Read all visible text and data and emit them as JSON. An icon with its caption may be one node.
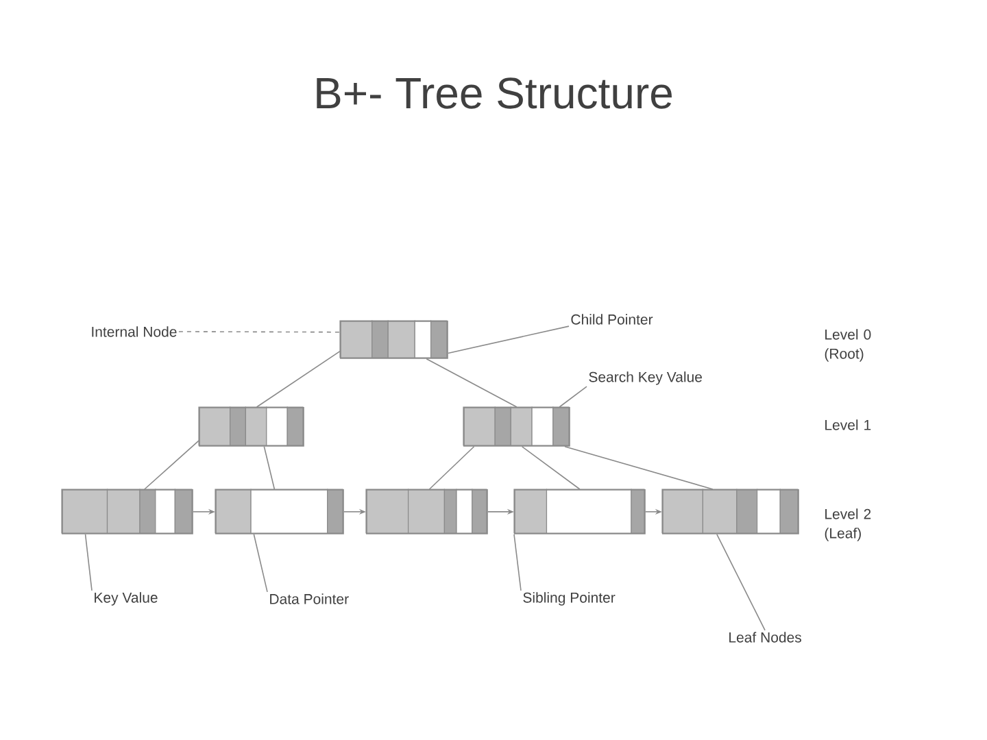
{
  "diagram": {
    "title": "B+- Tree Structure",
    "nodes": [
      {
        "text": [],
        "shape": "box"
      },
      {
        "text": [],
        "shape": "box"
      },
      {
        "text": [],
        "shape": "box"
      },
      {
        "text": [],
        "shape": "box"
      },
      {
        "text": [],
        "shape": "box"
      },
      {
        "text": [],
        "shape": "box"
      },
      {
        "text": [],
        "shape": "box"
      },
      {
        "text": [],
        "shape": "box"
      },
      {
        "text": [
          "Internal Node"
        ]
      },
      {
        "text": [
          "Child Pointer"
        ]
      },
      {
        "text": [
          "Search Key Value"
        ]
      },
      {
        "text": [
          "Key Value"
        ]
      },
      {
        "text": [
          "Data Pointer"
        ]
      },
      {
        "text": [
          "Sibling Pointer"
        ]
      },
      {
        "text": [
          "Leaf Nodes"
        ]
      }
    ],
    "edges": [
      {
        "from": 0,
        "to": 1,
        "arrow": "none"
      },
      {
        "from": 0,
        "to": 2,
        "arrow": "none"
      },
      {
        "from": 1,
        "to": 3,
        "arrow": "none"
      },
      {
        "from": 1,
        "to": 4,
        "arrow": "none"
      },
      {
        "from": 2,
        "to": 5,
        "arrow": "none"
      },
      {
        "from": 2,
        "to": 6,
        "arrow": "none"
      },
      {
        "from": 2,
        "to": 7,
        "arrow": "none"
      },
      {
        "from": 3,
        "to": 4,
        "arrow": "to"
      },
      {
        "from": 4,
        "to": 5,
        "arrow": "to"
      },
      {
        "from": 5,
        "to": 6,
        "arrow": "to"
      },
      {
        "from": 6,
        "to": 7,
        "arrow": "to"
      },
      {
        "from": 8,
        "to": 0,
        "arrow": "none",
        "style": "dashed"
      },
      {
        "from": 9,
        "to": 0,
        "arrow": "none"
      },
      {
        "from": 10,
        "to": 2,
        "arrow": "none"
      },
      {
        "from": 11,
        "to": 3,
        "arrow": "none"
      },
      {
        "from": 12,
        "to": 4,
        "arrow": "none"
      },
      {
        "from": 13,
        "to": 6,
        "arrow": "none"
      },
      {
        "from": 14,
        "to": 7,
        "arrow": "none"
      }
    ],
    "labels": [
      "Level 0 (Root)",
      "Level 1",
      "Level 2 (Leaf)"
    ]
  }
}
